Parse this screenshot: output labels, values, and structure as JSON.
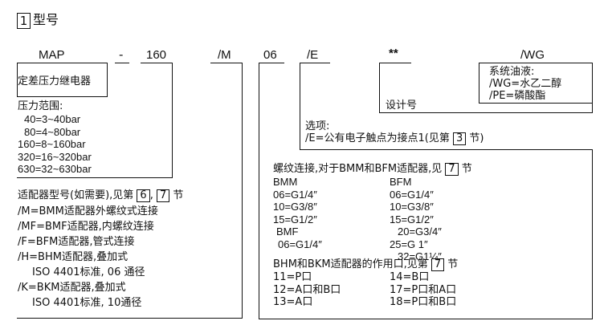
{
  "section": {
    "number": "1",
    "title": "型号"
  },
  "code_parts": [
    "MAP",
    "-",
    "160",
    "/M",
    "06",
    "/E",
    "**",
    "/WG"
  ],
  "boxes": {
    "relay": "定差压力继电器",
    "fluid_title": "系统油液:",
    "fluid_items": [
      "/WG=水乙二醇",
      "/PE=磷酸酯"
    ],
    "design": "设计号",
    "option_title": "选项:",
    "option_text": "/E=公有电子触点为接点1(见第",
    "option_ref": "3",
    "option_tail": "节)"
  },
  "pressure": {
    "title": "压力范围:",
    "items": [
      "40=3~40bar",
      "80=4~80bar",
      "160=8~160bar",
      "320=16~320bar",
      "630=32~630bar"
    ]
  },
  "adapter": {
    "title_pre": "适配器型号(如需要),见第",
    "ref1": "6",
    "sep": ",",
    "ref2": "7",
    "title_post": "节",
    "lines": [
      "/M=BMM适配器外螺纹式连接",
      "/MF=BMF适配器,内螺纹连接",
      "/F=BFM适配器,管式连接",
      "/H=BHM适配器,叠加式",
      "ISO 4401标准,  06 通径",
      "/K=BKM适配器,叠加式",
      "ISO 4401标准, 10通径"
    ]
  },
  "thread": {
    "title_pre": "螺纹连接,对于BMM和BFM适配器,见",
    "ref": "7",
    "title_post": "节",
    "rows": [
      [
        "BMM",
        "BFM"
      ],
      [
        "06=G1/4″",
        "06=G1/4″"
      ],
      [
        "10=G3/8″",
        "10=G3/8″"
      ],
      [
        "15=G1/2″",
        "15=G1/2″"
      ],
      [
        "BMF",
        "20=G3/4″"
      ],
      [
        "06=G1/4″",
        "25=G   1″"
      ],
      [
        "",
        "32=G1¼″"
      ]
    ],
    "ports_pre": "BHM和BKM适配器的作用口,见第",
    "ports_ref": "7",
    "ports_post": "节",
    "ports": [
      [
        "11=P口",
        "14=B口"
      ],
      [
        "12=A口和B口",
        "17=P口和A口"
      ],
      [
        "13=A口",
        "18=P口和B口"
      ]
    ]
  }
}
